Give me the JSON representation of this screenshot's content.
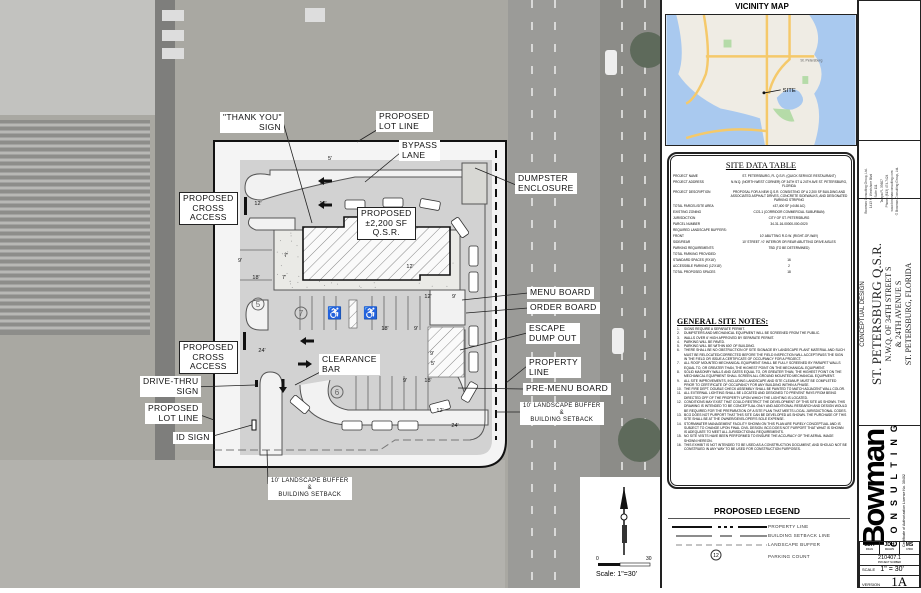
{
  "site_plan": {
    "labels": {
      "thank_you_sign": [
        "\"THANK YOU\"",
        "SIGN"
      ],
      "lot_line_top": [
        "PROPOSED",
        "LOT LINE"
      ],
      "bypass_lane": [
        "BYPASS",
        "LANE"
      ],
      "dumpster": [
        "DUMPSTER",
        "ENCLOSURE"
      ],
      "cross_access_top": [
        "PROPOSED",
        "CROSS",
        "ACCESS"
      ],
      "building": [
        "PROPOSED",
        "±2,200 SF",
        "Q.S.R."
      ],
      "menu_board": "MENU BOARD",
      "order_board": "ORDER BOARD",
      "escape": [
        "ESCAPE",
        "DUMP OUT"
      ],
      "property_line": [
        "PROPERTY",
        "LINE"
      ],
      "pre_menu": "PRE-MENU BOARD",
      "buffer_right": [
        "10' LANDSCAPE BUFFER",
        "&",
        "BUILDING SETBACK"
      ],
      "cross_access_left": [
        "PROPOSED",
        "CROSS",
        "ACCESS"
      ],
      "drive_thru_sign": [
        "DRIVE-THRU",
        "SIGN"
      ],
      "lot_line_left": [
        "PROPOSED",
        "LOT LINE"
      ],
      "id_sign": "ID SIGN",
      "clearance_bar": [
        "CLEARANCE",
        "BAR"
      ],
      "buffer_bottom": [
        "10' LANDSCAPE BUFFER",
        "&",
        "BUILDING SETBACK"
      ]
    },
    "dimensions": [
      "5'",
      "12'",
      "12'",
      "12'",
      "9'",
      "18'",
      "7'",
      "7'",
      "12'",
      "18'",
      "9'",
      "24'",
      "9'",
      "18'",
      "5'",
      "12'",
      "24'",
      "9'",
      "12'",
      "9'"
    ],
    "parking_counts": [
      "5",
      "7",
      "6"
    ]
  },
  "vicinity_map": {
    "title": "VICINITY MAP",
    "site_label": "SITE",
    "place_label": "St. Petersburg",
    "colors": {
      "water": "#a9c9ef",
      "land": "#efece4",
      "roads": "#f5c96a",
      "parks": "#b5dba8"
    }
  },
  "site_data_table": {
    "title": "SITE DATA TABLE",
    "rows": [
      [
        "PROJECT NAME",
        "ST. PETERSBURG, FL Q.S.R. (QUICK SERVICE RESTAURANT)"
      ],
      [
        "PROJECT ADDRESS",
        "N.W.Q. (NORTH WEST CORNER) OF 34TH ST & 24TH AVE ST. PETERSBURG, FLORIDA"
      ],
      [
        "PROJECT DESCRIPTION",
        "PROPOSAL FOR A NEW Q.S.R. CONSISTING OF A 2,200 SF BUILDING AND ASSOCIATED ASPHALT DRIVES, CONCRETE SIDEWALKS, AND DESIGNATED PARKING STRIPING"
      ],
      [
        "TOTAL PARCEL/SITE AREA",
        "±37,400 SF (±0.86 AC)"
      ],
      [
        "EXISTING ZONING",
        "CCS-1 (CORRIDOR COMMERCIAL SUBURBAN)"
      ],
      [
        "JURISDICTION",
        "CITY OF ST. PETERSBURG"
      ],
      [
        "PARCEL NUMBER",
        "34-31-16-00000-000-0020"
      ],
      [
        "REQUIRED LANDSCAPE BUFFERS:",
        ""
      ],
      [
        "    FRONT",
        "10' ABUTTING R.O.W. (RIGHT-OF-WAY)"
      ],
      [
        "    SIDE/REAR",
        "10' STREET / 0' INTERIOR OR REAR ABUTTING DRIVE AISLES"
      ],
      [
        "PARKING REQUIREMENTS",
        "TBD (TO BE DETERMINED)"
      ],
      [
        "TOTAL PARKING PROVIDED:",
        ""
      ],
      [
        "STANDARD SPACES (9'X18')",
        "16"
      ],
      [
        "ACCESSIBLE PARKING (12'X18')",
        "2"
      ],
      [
        "TOTAL PROPOSED SPACES",
        "18"
      ]
    ]
  },
  "general_notes": {
    "title": "GENERAL SITE NOTES:",
    "items": [
      "SIGNS REQUIRE A SEPARATE PERMIT.",
      "DUMPSTERS AND MECHANICAL EQUIPMENT WILL BE SCREENED FROM THE PUBLIC.",
      "WALLS OVER 6' HIGH APPROVED BY SEPARATE PERMIT.",
      "PARKING WILL BE PAVED.",
      "PARKING WILL BE WITHIN 600' OF BUILDING.",
      "THERE SHALL BE NO OBSTRUCTION OF SITE SIGNAGE BY LANDSCAPE PLANT MATERIAL AND SUCH MUST BE RELOCATED/CORRECTED BEFORE THE FIELD INSPECTION WILL ACCEPT/PASS THE SIGN IN THE FIELD OR ISSUE A CERTIFICATE OF OCCUPANCY FOR A PROJECT.",
      "ALL ROOF MOUNTED MECHANICAL EQUIPMENT SHALL BE FULLY SCREENED BY PARAPET WALLS EQUAL TO, OR GREATER THAN, THE HIGHEST POINT ON THE MECHANICAL EQUIPMENT.",
      "SOLID MASONRY WALLS AND GATES EQUAL TO, OR GREATER THAN, THE HIGHEST POINT ON THE MECHANICAL EQUIPMENT SHALL SCREEN ALL GROUND MOUNTED MECHANICAL EQUIPMENT.",
      "ALL SITE IMPROVEMENTS, INCLUDING LANDSCAPE AND SITE CLEANUP, MUST BE COMPLETED PRIOR TO CERTIFICATE OF OCCUPANCY FOR ANY BUILDING WITHIN A PHASE.",
      "THE FIRE DEPT. DOUBLE CHECK ASSEMBLY SHALL BE PAINTED TO MATCH ADJACENT WALL COLOR.",
      "ALL EXTERNAL LIGHTING SHALL BE LOCATED AND DESIGNED TO PREVENT RAYS FROM BEING DIRECTED OFF OF THE PROPERTY UPON WHICH THE LIGHTING IS LOCATED.",
      "CONDITIONS MAY EXIST THAT COULD RESTRICT THE DEVELOPMENT OF THIS SITE AS SHOWN. THIS DRAWING IS INTENDED TO BE CONCEPTUAL ONLY AND ADDITIONAL RESEARCH AND DESIGN WOULD BE REQUIRED FOR THE PREPARATION OF A SITE PLAN THAT MEETS LOCAL JURISDICTIONAL CODES.",
      "BCG DOES NOT PURPORT THAT THIS SITE CAN BE DEVELOPED AS SHOWN. THE PURCHASE OF THIS SITE SHALL BE AT THE OWNER/DEVELOPER'S SOLE EXPENSE.",
      "STORMWATER MANAGEMENT FACILITY SHOWN ON THIS PLAN ARE PURELY CONCEPTUAL AND IS SUBJECT TO CHANGE UPON FINAL CIVIL DESIGN. BCG DOES NOT PURPORT THAT WHAT IS SHOWN IS ADEQUATE TO MEET ALL JURISDICTIONAL REQUIREMENTS.",
      "NO SITE VISITS HAVE BEEN PERFORMED TO ENSURE THE ACCURACY OF THE AERIAL IMAGE SHOWN HEREON.",
      "THIS EXHIBIT IS NOT INTENDED TO BE USED AS A CONSTRUCTION DOCUMENT, AND SHOULD NOT BE CONSTRUED IN ANY WAY TO BE USED FOR CONSTRUCTION PURPOSES."
    ]
  },
  "legend": {
    "title": "PROPOSED LEGEND",
    "items": [
      "PROPERTY LINE",
      "BUILDING SETBACK LINE",
      "LANDSCAPE BUFFER",
      "PARKING COUNT"
    ],
    "parking_count_symbol": "12"
  },
  "north_arrow": {
    "scale_text": "Scale: 1\"=30'",
    "bar_start": "0",
    "bar_end": "30"
  },
  "title_block": {
    "company_address": [
      "Bowman Consulting Group, Ltd.",
      "1413 N. Westshore Blvd",
      "Suite 111",
      "Tampa FL 33607",
      "Phone: (813) 474-7424",
      "www.bowmanconsulting.com",
      "© Bowman Consulting Group, Ltd."
    ],
    "stage": "CONCEPTUAL DESIGN",
    "project_title": "ST. PETERSBURG Q.S.R.",
    "project_lines": [
      "N.W.Q. OF 34TH STREET S",
      "& 24TH AVENUE S",
      "ST. PETERSBURG, FLORIDA"
    ],
    "logo_word": "Bowman",
    "logo_sub": "CONSULTING",
    "certificate": "Certificate of Authorization License No. 30402",
    "design": "JDH",
    "design_label": "DSGN",
    "drawn": "JDH",
    "drawn_label": "DRAWN",
    "checked": "MS",
    "checked_label": "CHKD",
    "project_number": "210407.1",
    "project_number_label": "PROJECT NUMBER",
    "scale_label": "SCALE",
    "scale": "1\" = 30'",
    "version_label": "VERSION",
    "version": "1A"
  }
}
